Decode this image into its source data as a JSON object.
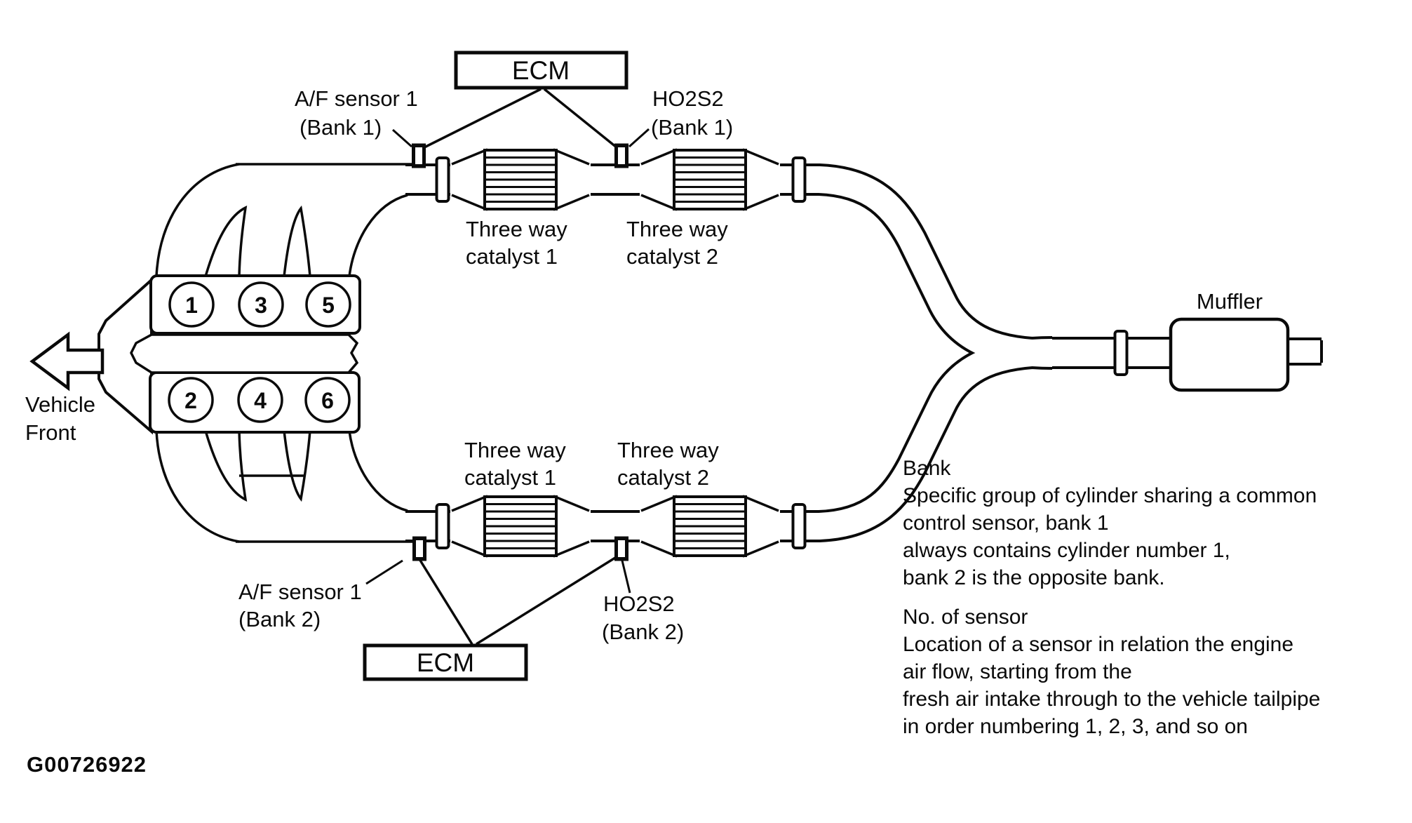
{
  "figure_id": "G00726922",
  "ecm_top": {
    "label": "ECM"
  },
  "ecm_bottom": {
    "label": "ECM"
  },
  "sensor_labels": {
    "af1_bank1": {
      "line1": "A/F sensor 1",
      "line2": "(Bank 1)"
    },
    "ho2s2_bank1": {
      "line1": "HO2S2",
      "line2": "(Bank 1)"
    },
    "af1_bank2": {
      "line1": "A/F sensor 1",
      "line2": "(Bank 2)"
    },
    "ho2s2_bank2": {
      "line1": "HO2S2",
      "line2": "(Bank 2)"
    }
  },
  "catalyst_labels": {
    "bank1_cat1": {
      "line1": "Three way",
      "line2": "catalyst 1"
    },
    "bank1_cat2": {
      "line1": "Three way",
      "line2": "catalyst 2"
    },
    "bank2_cat1": {
      "line1": "Three way",
      "line2": "catalyst 1"
    },
    "bank2_cat2": {
      "line1": "Three way",
      "line2": "catalyst 2"
    }
  },
  "engine": {
    "cylinders": [
      "1",
      "3",
      "5",
      "2",
      "4",
      "6"
    ]
  },
  "muffler": {
    "label": "Muffler"
  },
  "vehicle_front": {
    "line1": "Vehicle",
    "line2": "Front"
  },
  "notes": {
    "bank": {
      "lines": [
        "Bank",
        "Specific group of cylinder sharing a common",
        "control sensor, bank 1",
        "always contains cylinder number 1,",
        "bank 2 is the opposite bank."
      ]
    },
    "sensor_numbering": {
      "lines": [
        "No. of sensor",
        "Location of a sensor in relation the engine",
        "air flow, starting from the",
        "fresh air intake through to the vehicle tailpipe",
        "in order numbering 1, 2, 3, and so on"
      ]
    }
  },
  "colors": {
    "line": "#0a0a0a",
    "background": "#ffffff"
  }
}
